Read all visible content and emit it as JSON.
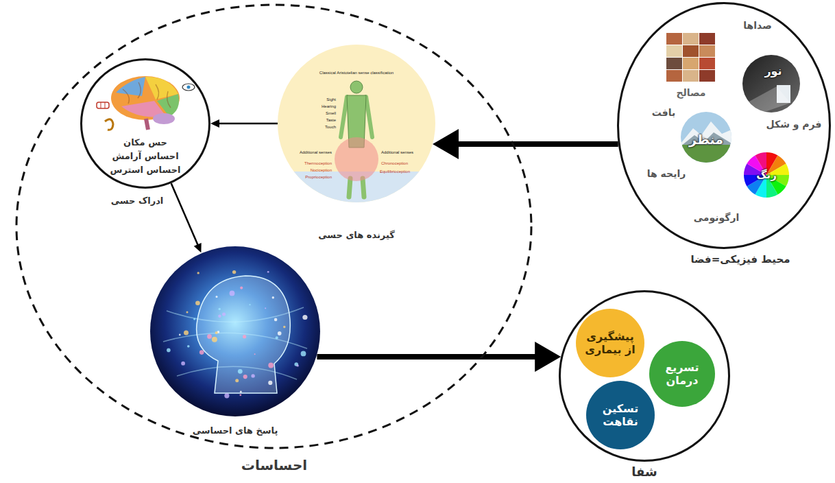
{
  "diagram": {
    "nodes": [
      {
        "text": [
          "احساسات"
        ]
      },
      {
        "text": [
          "حس مکان",
          "احساس آرامش",
          "احساس استرس",
          "ادراک حسی"
        ],
        "in": 0
      },
      {
        "text": [
          "گیرنده های حسی"
        ],
        "in": 0
      },
      {
        "text": [
          "پاسخ های احساسی"
        ],
        "in": 0
      },
      {
        "text": [
          "صداها",
          "بافت",
          "فرم و شکل",
          "رایحه ها",
          "ارگونومی",
          "محیط فیزیکی=فضا"
        ]
      },
      {
        "text": [
          "مصالح"
        ],
        "in": 4
      },
      {
        "text": [
          "نور"
        ],
        "in": 4
      },
      {
        "text": [
          "منظر"
        ],
        "in": 4
      },
      {
        "text": [
          "رنگ"
        ],
        "in": 4
      },
      {
        "text": [
          "شفا"
        ]
      },
      {
        "text": [
          "پیشگیری از بیماری"
        ],
        "in": 9
      },
      {
        "text": [
          "تسریع درمان"
        ],
        "in": 9
      },
      {
        "text": [
          "تسکین نقاهت"
        ],
        "in": 9
      }
    ],
    "edges": [
      {
        "from": 4,
        "to": 2,
        "arrow": "to"
      },
      {
        "from": 2,
        "to": 1,
        "arrow": "to"
      },
      {
        "from": 1,
        "to": 3,
        "arrow": "to"
      },
      {
        "from": 3,
        "to": 9,
        "arrow": "to"
      }
    ],
    "labels": [
      "Classical Aristotelian sense classification",
      "Sight",
      "Hearing",
      "Smell",
      "Taste",
      "Touch",
      "Additional senses",
      "Thermoception",
      "Nociception",
      "Proprioception",
      "Additional senses",
      "Chronoception",
      "Equilibrioception"
    ]
  }
}
